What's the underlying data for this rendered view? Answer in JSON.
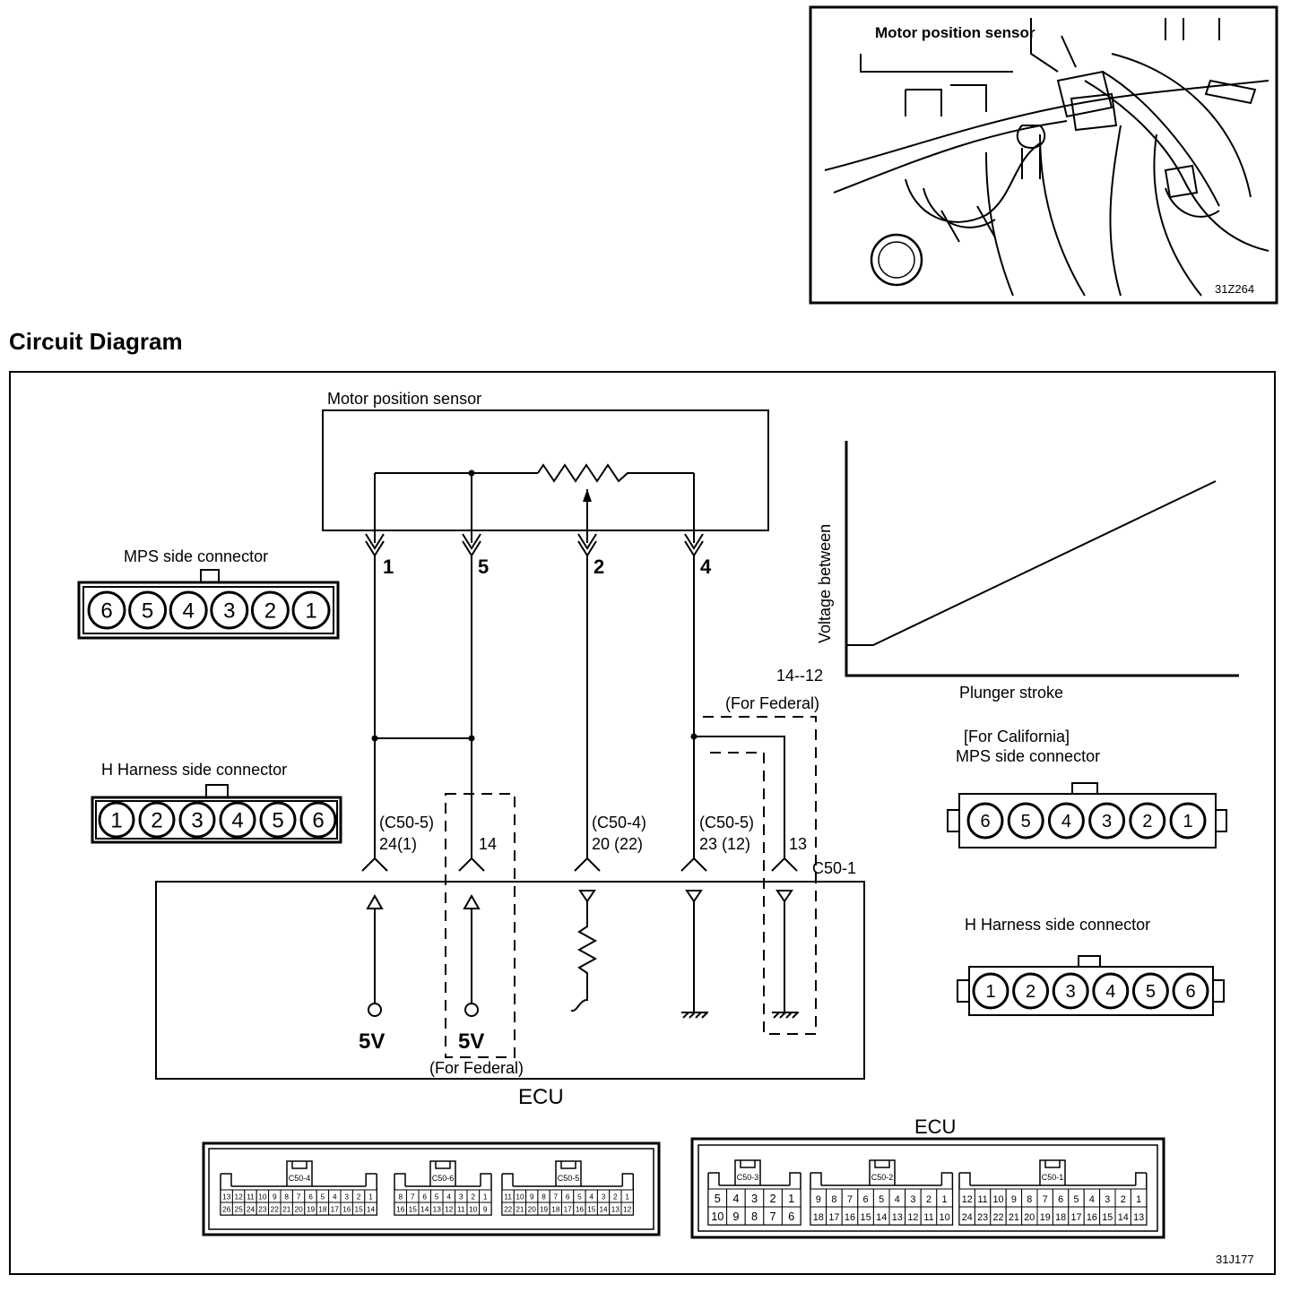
{
  "photo": {
    "sensor_label": "Motor position sensor",
    "code": "31Z264"
  },
  "section_title": "Circuit Diagram",
  "diagram": {
    "sensor_box_label": "Motor position sensor",
    "sensor_pins": [
      "1",
      "5",
      "2",
      "4"
    ],
    "ecu_labels": {
      "pin1": [
        "(C50-5)",
        "24(1)"
      ],
      "pin5": [
        "14"
      ],
      "pin2": [
        "(C50-4)",
        "20 (22)"
      ],
      "pin4": [
        "(C50-5)",
        "23 (12)"
      ],
      "federal_pin": [
        "13"
      ]
    },
    "connector_ref": "C50-1",
    "for_federal_top": "(For Federal)",
    "for_federal_bottom": "(For Federal)",
    "supply_left": "5V",
    "supply_right": "5V",
    "ecu_label": "ECU",
    "code": "31J177"
  },
  "graph": {
    "ylabel": "Voltage between",
    "xlabel": "Plunger stroke",
    "origin_label": "14--12"
  },
  "mps_connector": {
    "label": "MPS side connector",
    "pins": [
      "6",
      "5",
      "4",
      "3",
      "2",
      "1"
    ]
  },
  "harness_connector": {
    "label": "H Harness side connector",
    "pins": [
      "1",
      "2",
      "3",
      "4",
      "5",
      "6"
    ]
  },
  "ca_mps_connector": {
    "label1": "[For California]",
    "label2": "MPS side connector",
    "pins": [
      "6",
      "5",
      "4",
      "3",
      "2",
      "1"
    ]
  },
  "ca_harness_connector": {
    "label": "H Harness side connector",
    "pins": [
      "1",
      "2",
      "3",
      "4",
      "5",
      "6"
    ]
  },
  "ecu_connectors_left": {
    "c50_4": {
      "label": "C50-4",
      "row1": [
        "13",
        "12",
        "11",
        "10",
        "9",
        "8",
        "7",
        "6",
        "5",
        "4",
        "3",
        "2",
        "1"
      ],
      "row2": [
        "26",
        "25",
        "24",
        "23",
        "22",
        "21",
        "20",
        "19",
        "18",
        "17",
        "16",
        "15",
        "14"
      ]
    },
    "c50_6": {
      "label": "C50-6",
      "row1": [
        "8",
        "7",
        "6",
        "5",
        "4",
        "3",
        "2",
        "1"
      ],
      "row2": [
        "16",
        "15",
        "14",
        "13",
        "12",
        "11",
        "10",
        "9"
      ]
    },
    "c50_5": {
      "label": "C50-5",
      "row1": [
        "11",
        "10",
        "9",
        "8",
        "7",
        "6",
        "5",
        "4",
        "3",
        "2",
        "1"
      ],
      "row2": [
        "22",
        "21",
        "20",
        "19",
        "18",
        "17",
        "16",
        "15",
        "14",
        "13",
        "12"
      ]
    }
  },
  "ecu_connectors_right": {
    "title": "ECU",
    "c50_3": {
      "label": "C50-3",
      "row1": [
        "5",
        "4",
        "3",
        "2",
        "1"
      ],
      "row2": [
        "10",
        "9",
        "8",
        "7",
        "6"
      ]
    },
    "c50_2": {
      "label": "C50-2",
      "row1": [
        "9",
        "8",
        "7",
        "6",
        "5",
        "4",
        "3",
        "2",
        "1"
      ],
      "row2": [
        "18",
        "17",
        "16",
        "15",
        "14",
        "13",
        "12",
        "11",
        "10"
      ]
    },
    "c50_1": {
      "label": "C50-1",
      "row1": [
        "12",
        "11",
        "10",
        "9",
        "8",
        "7",
        "6",
        "5",
        "4",
        "3",
        "2",
        "1"
      ],
      "row2": [
        "24",
        "23",
        "22",
        "21",
        "20",
        "19",
        "18",
        "17",
        "16",
        "15",
        "14",
        "13"
      ]
    }
  }
}
